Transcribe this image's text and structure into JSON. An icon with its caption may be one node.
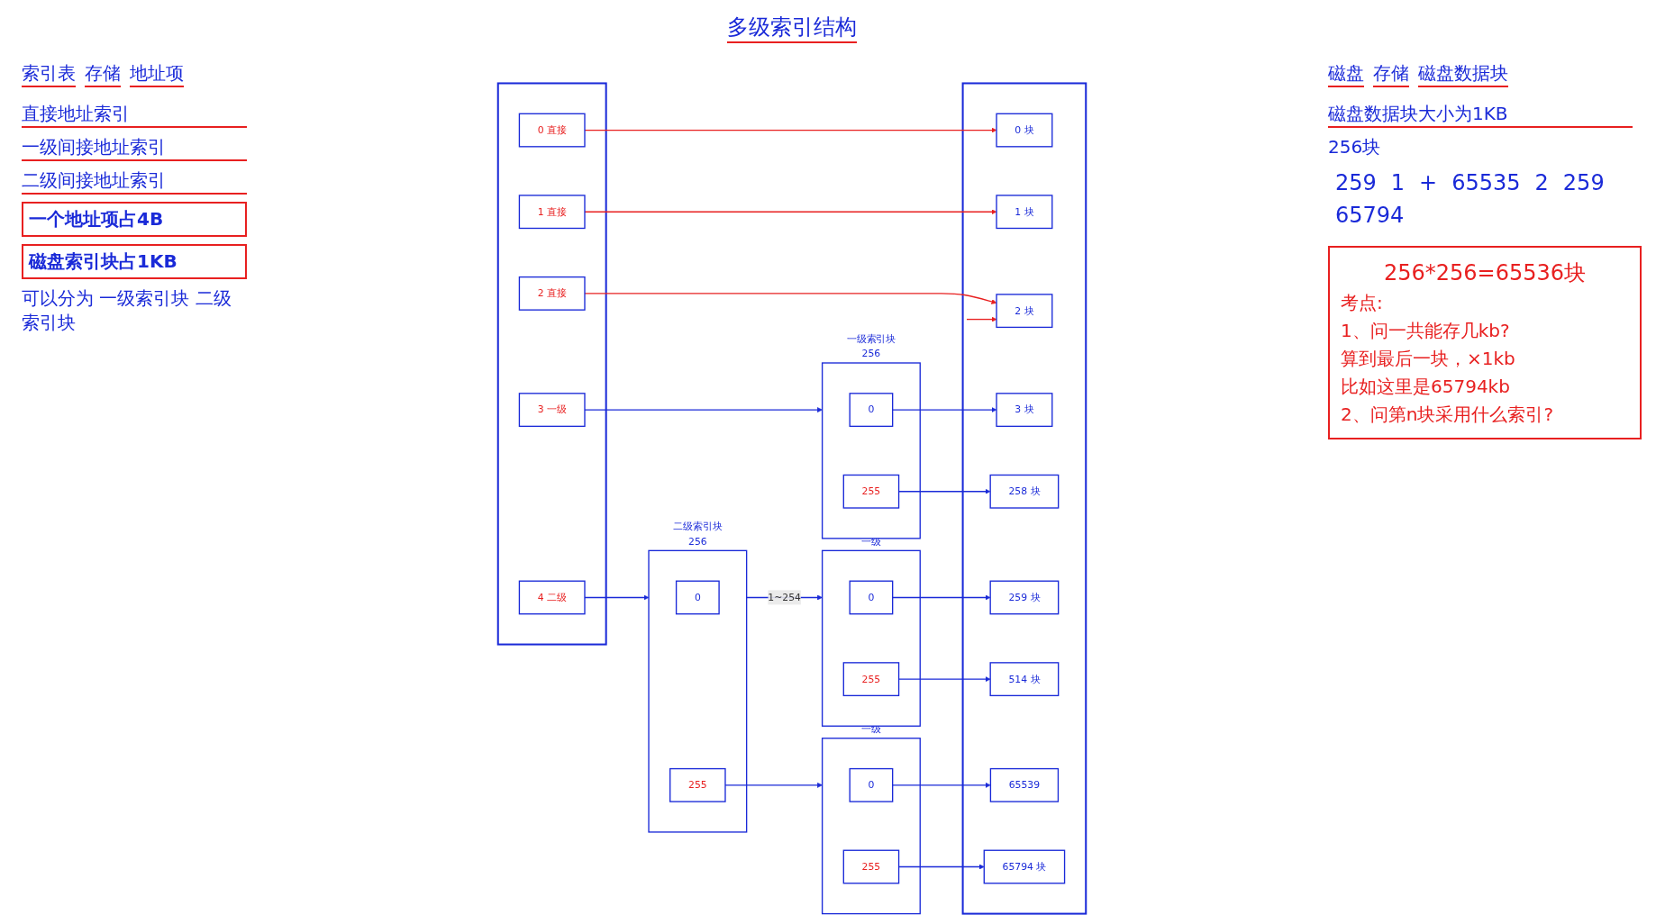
{
  "diagram": {
    "title": "多级索引结构",
    "nodes": [
      {
        "text": [],
        "shape": "box"
      },
      {
        "text": [
          "0 直接"
        ],
        "in": 0
      },
      {
        "text": [
          "1 直接"
        ],
        "in": 0
      },
      {
        "text": [
          "2 直接"
        ],
        "in": 0
      },
      {
        "text": [
          "3 一级"
        ],
        "in": 0
      },
      {
        "text": [
          "4 二级"
        ],
        "in": 0
      },
      {
        "text": [],
        "shape": "box"
      },
      {
        "text": [
          "0 块"
        ],
        "in": 6
      },
      {
        "text": [
          "1 块"
        ],
        "in": 6
      },
      {
        "text": [
          "2 块"
        ],
        "in": 6
      },
      {
        "text": [
          "3 块"
        ],
        "in": 6
      },
      {
        "text": [
          "258 块"
        ],
        "in": 6
      },
      {
        "text": [
          "259 块"
        ],
        "in": 6
      },
      {
        "text": [
          "514 块"
        ],
        "in": 6
      },
      {
        "text": [
          "65539"
        ],
        "in": 6
      },
      {
        "text": [
          "65794 块"
        ],
        "in": 6
      },
      {
        "text": [
          "一级索引块"
        ],
        "beside": [
          "256"
        ]
      },
      {
        "text": [
          "0"
        ],
        "in": 16
      },
      {
        "text": [
          "255"
        ],
        "in": 16
      },
      {
        "text": [
          "二级索引块"
        ],
        "beside": [
          "256"
        ]
      },
      {
        "text": [
          "0"
        ],
        "in": 19
      },
      {
        "text": [
          "255"
        ],
        "in": 19
      },
      {
        "text": [
          "一级"
        ]
      },
      {
        "text": [
          "0"
        ],
        "in": 22
      },
      {
        "text": [
          "255"
        ],
        "in": 22
      },
      {
        "text": [
          "一级"
        ]
      },
      {
        "text": [
          "0"
        ],
        "in": 25
      },
      {
        "text": [
          "255"
        ],
        "in": 25
      }
    ],
    "edges": [
      {
        "from": 1,
        "to": 7,
        "arrow": "to",
        "color": "#e82020"
      },
      {
        "from": 2,
        "to": 8,
        "arrow": "to",
        "color": "#e82020"
      },
      {
        "from": 3,
        "to": 9,
        "arrow": "to",
        "color": "#e82020"
      },
      {
        "from": null,
        "to": 9,
        "arrow": "to",
        "color": "#e82020"
      },
      {
        "from": 4,
        "to": 16,
        "arrow": "to"
      },
      {
        "from": 17,
        "to": 10,
        "arrow": "to"
      },
      {
        "from": 18,
        "to": 11,
        "arrow": "to"
      },
      {
        "from": 5,
        "to": 19,
        "arrow": "to"
      },
      {
        "from": 19,
        "to": 22,
        "arrow": "to",
        "label": "1~254"
      },
      {
        "from": 21,
        "to": 25,
        "arrow": "to"
      },
      {
        "from": 23,
        "to": 12,
        "arrow": "to"
      },
      {
        "from": 24,
        "to": 13,
        "arrow": "to"
      },
      {
        "from": 26,
        "to": 14,
        "arrow": "to"
      },
      {
        "from": 27,
        "to": 15,
        "arrow": "to"
      }
    ],
    "labels": [
      "索引表",
      "存储",
      "地址项",
      "直接地址索引",
      "一级间接地址索引",
      "二级间接地址索引",
      "一个地址项占4B",
      "磁盘索引块占1KB",
      "可以分为 一级索引块 二级索引块",
      "磁盘",
      "存储",
      "磁盘数据块",
      "磁盘数据块大小为1KB",
      "256块",
      "259",
      "1",
      "+",
      "65535",
      "2",
      "259",
      "65794",
      "256*256=65536块",
      "考点:",
      "1、问一共能存几kb?",
      "算到最后一块，×1kb",
      "比如这里是65794kb",
      "2、问第n块采用什么索引?"
    ]
  }
}
